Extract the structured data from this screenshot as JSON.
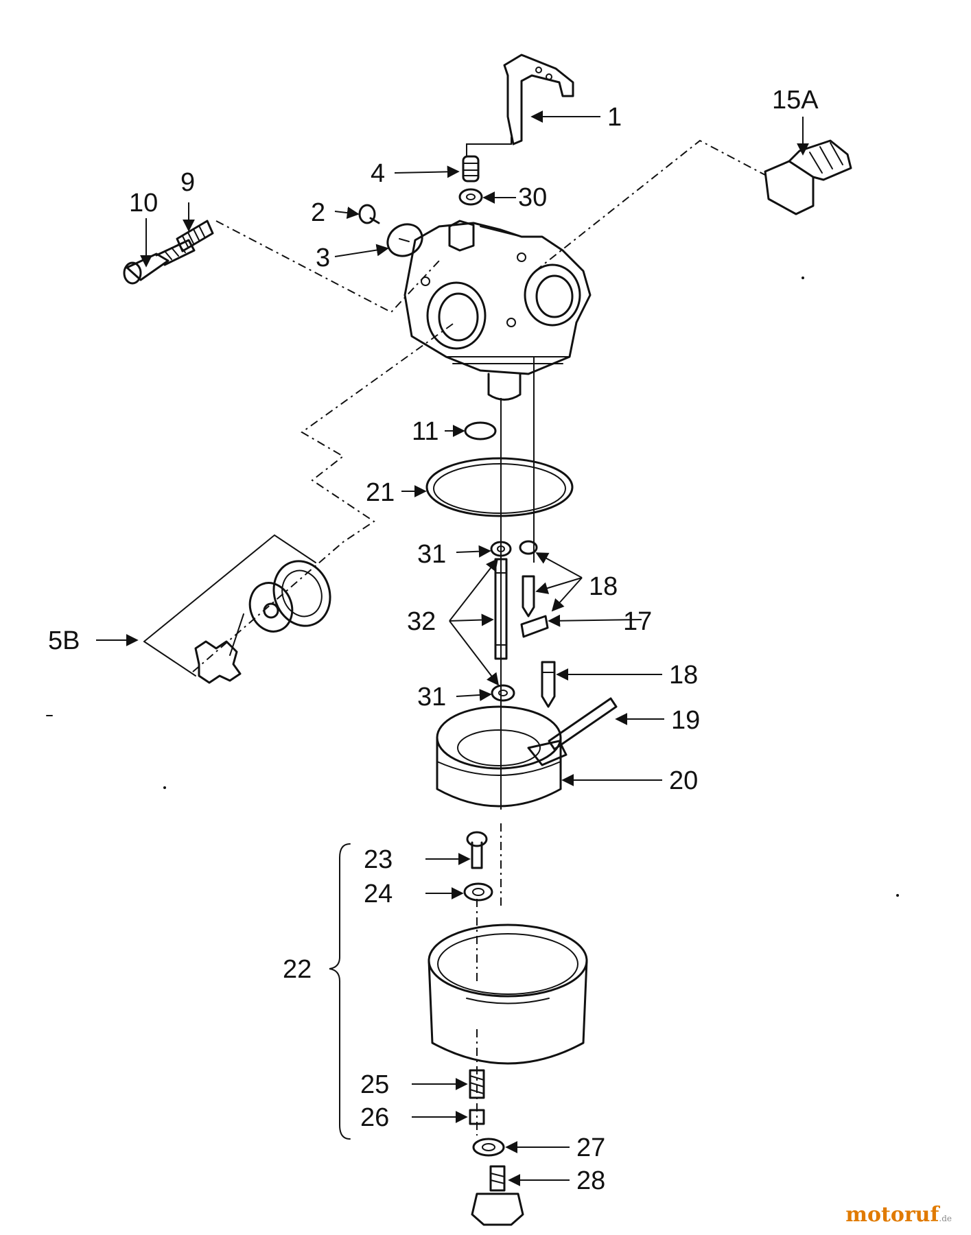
{
  "callouts": [
    "1",
    "15A",
    "4",
    "30",
    "10",
    "9",
    "2",
    "3",
    "11",
    "21",
    "31",
    "18",
    "32",
    "17",
    "5B",
    "18",
    "31",
    "19",
    "20",
    "23",
    "24",
    "22",
    "25",
    "26",
    "27",
    "28"
  ],
  "watermark": {
    "brand": "motoruf",
    "suffix": ".de"
  }
}
